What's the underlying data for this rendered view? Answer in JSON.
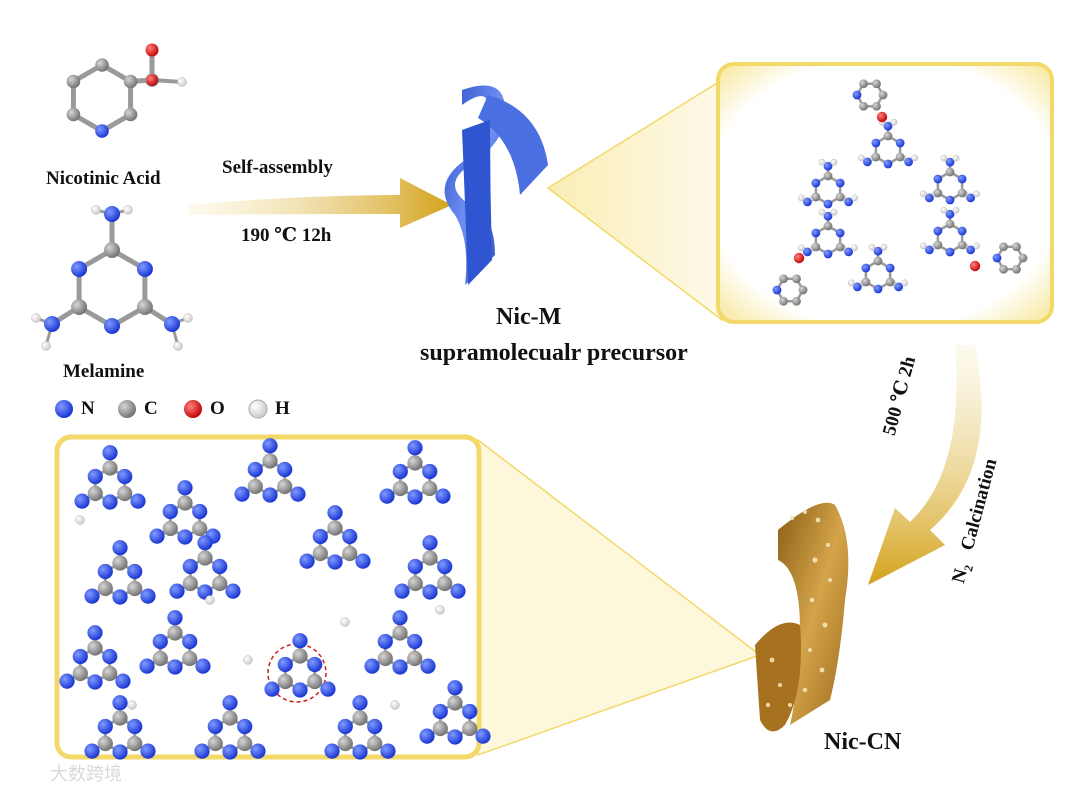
{
  "molecules": {
    "nicotinic_acid": "Nicotinic Acid",
    "melamine": "Melamine"
  },
  "legend": [
    {
      "symbol": "N",
      "color": "#1f3be8"
    },
    {
      "symbol": "C",
      "color": "#8c8c8c"
    },
    {
      "symbol": "O",
      "color": "#e01010"
    },
    {
      "symbol": "H",
      "color": "#f4f4f4"
    }
  ],
  "step1": {
    "label": "Self-assembly",
    "condition": "190 ℃  12h"
  },
  "precursor": {
    "name": "Nic-M",
    "description": "supramolecualr precursor"
  },
  "step2": {
    "condition_main": "500 ℃ 2h",
    "atmosphere": "N",
    "atmosphere_sub": "2",
    "process": "Calcination"
  },
  "product": {
    "name": "Nic-CN"
  },
  "watermark": "大数跨境",
  "colors": {
    "nitrogen": "#1f3be8",
    "carbon": "#8c8c8c",
    "oxygen": "#e01010",
    "hydrogen": "#f4f4f4",
    "arrow_gold": "#d4a21a",
    "panel_glow": "#f5dc6a",
    "precursor_ribbon": "#3e63d6",
    "product_ribbon": "#b8862c"
  }
}
